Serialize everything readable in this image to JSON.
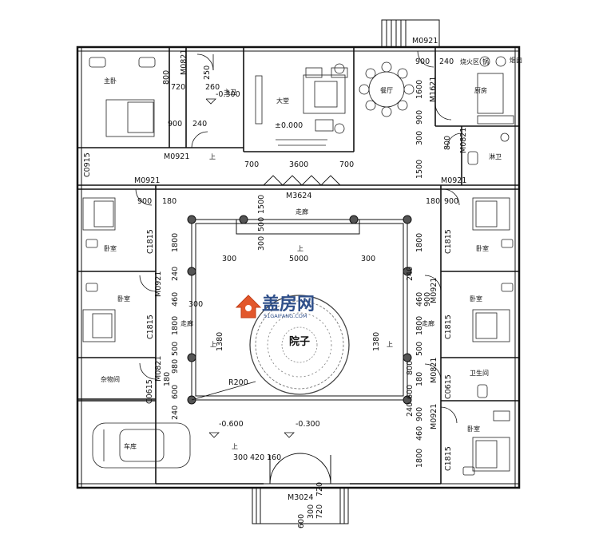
{
  "watermark": {
    "brand": "盖房网",
    "url": "51GAIFANG.COM"
  },
  "rooms": {
    "master_bedroom": "主卧",
    "main_bath": "主卫",
    "living_hall": "大堂",
    "dining": "餐厅",
    "kitchen": "厨房",
    "wood_stove": "烧火区",
    "wok": "锅",
    "chimney": "烟囱",
    "bath_e": "淋卫",
    "corridor_n": "走廊",
    "bedroom_w1": "卧室",
    "bedroom_w2": "卧室",
    "bedroom_e1": "卧室",
    "bedroom_e2": "卧室",
    "bedroom_e3": "卧室",
    "corridor_w": "走廊",
    "corridor_e": "走廊",
    "storage": "杂物间",
    "bath_e2": "卫生间",
    "garage": "车库",
    "courtyard": "院子"
  },
  "elev": {
    "living": "±0.000",
    "bath": "-0.300",
    "court_w": "-0.600",
    "court_e": "-0.300"
  },
  "codes": {
    "m0921_top": "M0921",
    "m0821_a": "M0821",
    "m0921_a": "M0921",
    "c0915": "C0915",
    "m0921_b": "M0921",
    "m3624": "M3624",
    "m0921_c": "M0921",
    "m1621": "M1621",
    "m0821_b": "M0821",
    "c1815_w1": "C1815",
    "m0921_w": "M0921",
    "c1815_w2": "C1815",
    "m0821_w": "M0821",
    "c0615_w": "C0615",
    "c1815_e1": "C1815",
    "m0921_e": "M0921",
    "c1815_e2": "C1815",
    "m0821_e": "M0821",
    "c0615_e": "C0615",
    "m0921_e2": "M0921",
    "c1815_e3": "C1815",
    "m3024": "M3024",
    "r200": "R200"
  },
  "dims": {
    "d800": "800",
    "d720": "720",
    "d260": "260",
    "d250": "250",
    "d900a": "900",
    "d240a": "240",
    "d700a": "700",
    "d3600": "3600",
    "d700b": "700",
    "d900t": "900",
    "d240t": "240",
    "d1600": "1600",
    "d900c": "900",
    "d300c": "300",
    "d1500c": "1500",
    "d800k": "800",
    "d900w": "900",
    "d180w": "180",
    "d180e": "180",
    "d900e": "900",
    "d1500n": "1500",
    "d500n": "500",
    "d300n": "300",
    "d300l": "300",
    "d5000": "5000",
    "d300r": "300",
    "d1800w1": "1800",
    "d240w1": "240",
    "d460w": "460",
    "d300w": "300",
    "d1800w2": "1800",
    "d500w": "500",
    "d980w": "980",
    "d180w2": "180",
    "d600w": "600",
    "d240w2": "240",
    "d1380l": "1380",
    "d1380r": "1380",
    "d1800e1": "1800",
    "d240e1": "240",
    "d460e": "460",
    "d900e2": "900",
    "d1800e2": "1800",
    "d500e": "500",
    "d800e": "800",
    "d180e2": "180",
    "d600e": "600",
    "d240e2": "240",
    "d900e3": "900",
    "d460e2": "460",
    "d1800e3": "1800",
    "d300s": "300",
    "d420s": "420",
    "d160s": "160",
    "d300v": "300",
    "d600v": "600",
    "d720v": "720",
    "d720v2": "720"
  },
  "marks": {
    "up": "上"
  }
}
